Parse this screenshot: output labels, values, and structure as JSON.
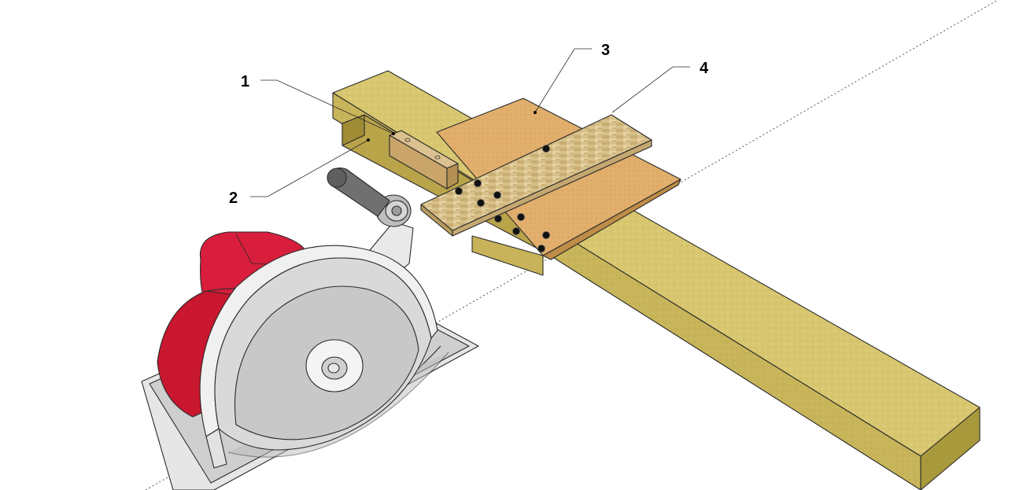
{
  "callouts": [
    {
      "id": "1",
      "label": "1"
    },
    {
      "id": "2",
      "label": "2"
    },
    {
      "id": "3",
      "label": "3"
    },
    {
      "id": "4",
      "label": "4"
    }
  ],
  "colors": {
    "lumber_top": "#d8c770",
    "lumber_side": "#c8b55a",
    "lumber_end": "#a9993d",
    "base_plate_top": "#e1ae6c",
    "base_plate_edge": "#bf8d48",
    "fence_strip": "#d8c08a",
    "saw_motor": "#d81e3c",
    "saw_guard": "#d9d9d9",
    "screw": "#111111"
  }
}
